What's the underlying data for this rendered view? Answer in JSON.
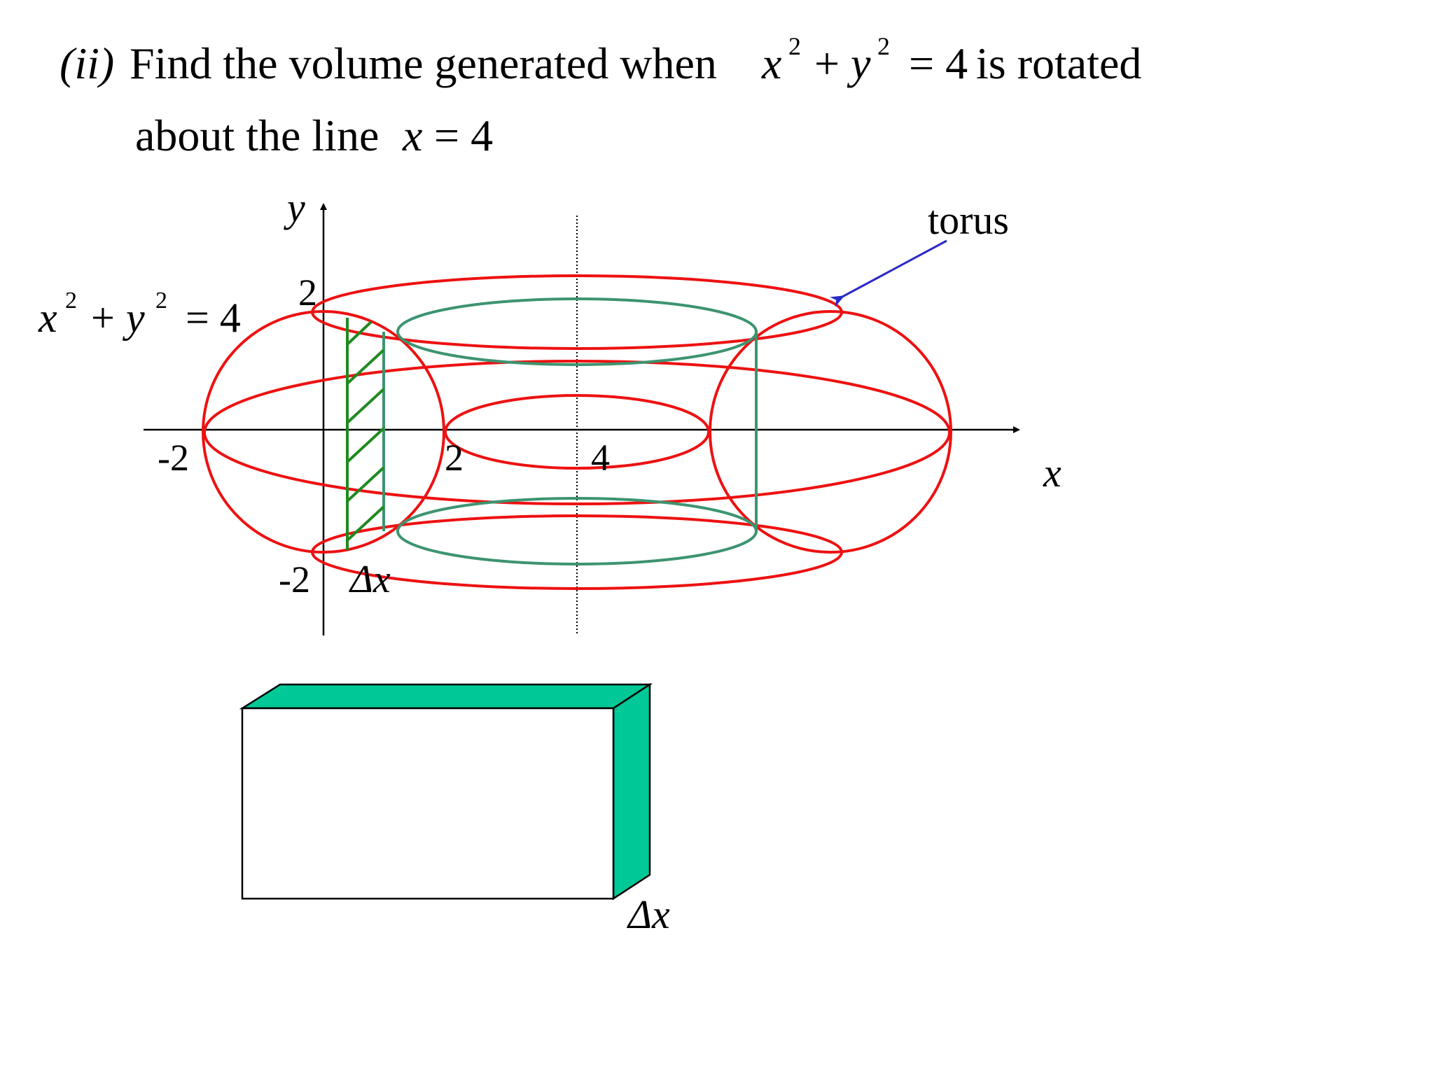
{
  "problem": {
    "part": "(ii)",
    "line1_text": "Find the volume generated when",
    "line1_x": "x",
    "line1_plus": "+",
    "line1_y": "y",
    "exp2": "2",
    "line1_equals_four": "= 4",
    "line1_tail": "is rotated",
    "line2_text": "about the line",
    "line2_x": "x",
    "line2_equals_four": "= 4"
  },
  "diagram": {
    "axis_y_label": "y",
    "axis_x_label": "x",
    "tick_y_pos": "2",
    "tick_y_neg": "-2",
    "tick_x_neg": "-2",
    "tick_x_2": "2",
    "tick_x_4": "4",
    "circle_equation": {
      "x": "x",
      "plus": "+",
      "y": "y",
      "exp": "2",
      "rhs": "= 4"
    },
    "torus_label": "torus",
    "strip_width_label": "Δx",
    "box_width_label": "Δx"
  },
  "colors": {
    "torus": "#ee1111",
    "shell": "#3d9470",
    "hatch": "#1f8a1f",
    "box_face": "#00c896",
    "arrow": "#2a2ac8",
    "axis": "#000000"
  }
}
